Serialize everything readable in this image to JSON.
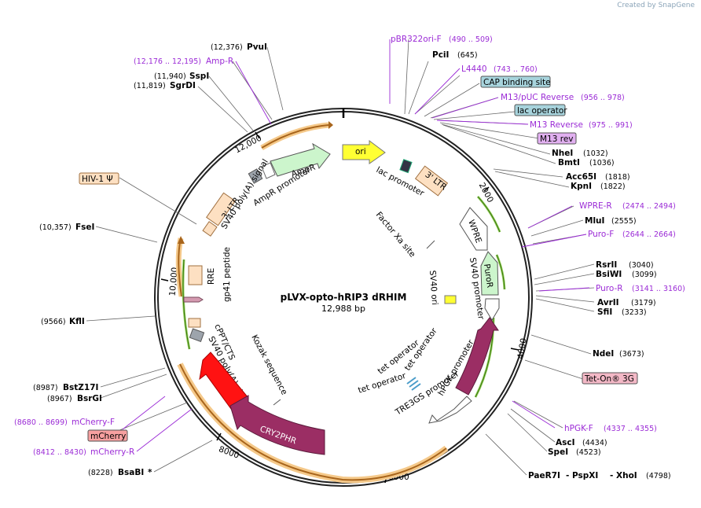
{
  "credit": "Created by SnapGene",
  "plasmid": {
    "name": "pLVX-opto-hRIP3 dRHIM",
    "size": "12,988 bp"
  },
  "ticks": [
    "2000",
    "4000",
    "6000",
    "8000",
    "10,000",
    "12,000"
  ],
  "features": {
    "ori": "ori",
    "lac_promoter": "lac promoter",
    "ltr3_right": "3' LTR",
    "wpre": "WPRE",
    "factor_xa": "Factor Xa site",
    "puror": "PuroR",
    "sv40_promoter": "SV40 promoter",
    "sv40_ori": "SV40 ori",
    "hpgk_promoter": "hPGK promoter",
    "tre3gs": "TRE3GS promoter",
    "tet_op1": "tet operator",
    "tet_op2": "tet operator",
    "tet_op3": "tet operator",
    "cry2phr": "CRY2PHR",
    "kozak": "Kozak sequence",
    "sv40_polya_left": "SV40 poly(A) signal",
    "cppt": "cPPT/CTS",
    "gp41": "gp41 peptide",
    "rre": "RRE",
    "ltr3_left": "3' LTR",
    "sv40_polya_top": "SV40 poly(A) signal",
    "ampr_promoter": "AmpR promoter",
    "ampr": "AmpR"
  },
  "labels": {
    "pbr322": "pBR322ori-F",
    "pbr322_pos": "(490 .. 509)",
    "pcii": "PciI",
    "pcii_pos": "(645)",
    "l4440": "L4440",
    "l4440_pos": "(743 .. 760)",
    "cap": "CAP binding site",
    "m13puc": "M13/pUC Reverse",
    "m13puc_pos": "(956 .. 978)",
    "lacop": "lac operator",
    "m13rev": "M13 Reverse",
    "m13rev_pos": "(975 .. 991)",
    "m13revbox": "M13 rev",
    "nhei_top": "NheI",
    "nhei_top_pos": "(1032)",
    "bmti": "BmtI",
    "bmti_pos": "(1036)",
    "acc65i": "Acc65I",
    "acc65i_pos": "(1818)",
    "kpni": "KpnI",
    "kpni_pos": "(1822)",
    "wprer": "WPRE-R",
    "wprer_pos": "(2474 .. 2494)",
    "mlui": "MluI",
    "mlui_pos": "(2555)",
    "purof": "Puro-F",
    "purof_pos": "(2644 .. 2664)",
    "rsrii": "RsrII",
    "rsrii_pos": "(3040)",
    "bsiwi": "BsiWI",
    "bsiwi_pos": "(3099)",
    "puror_primer": "Puro-R",
    "puror_primer_pos": "(3141 .. 3160)",
    "avrii": "AvrII",
    "avrii_pos": "(3179)",
    "sfii": "SfiI",
    "sfii_pos": "(3233)",
    "ndei": "NdeI",
    "ndei_pos": "(3673)",
    "teton": "Tet-On® 3G",
    "hpgkf": "hPGK-F",
    "hpgkf_pos": "(4337 .. 4355)",
    "asci": "AscI",
    "asci_pos": "(4434)",
    "spei": "SpeI",
    "spei_pos": "(4523)",
    "pae": "PaeR7I",
    "pspxi": "- PspXI",
    "xhoi": "- XhoI",
    "xhoi_pos": "(4798)",
    "pvui": "PvuI",
    "pvui_pos": "(12,376)",
    "ampr_primer": "Amp-R",
    "ampr_primer_pos": "(12,176 .. 12,195)",
    "sspi": "SspI",
    "sspi_pos": "(11,940)",
    "sgrdi": "SgrDI",
    "sgrdi_pos": "(11,819)",
    "hiv": "HIV-1 Ψ",
    "fsei": "FseI",
    "fsei_pos": "(10,357)",
    "kfli": "KflI",
    "kfli_pos": "(9566)",
    "bstz": "BstZ17I",
    "bstz_pos": "(8987)",
    "bsrgi": "BsrGI",
    "bsrgi_pos": "(8967)",
    "mcherryf": "mCherry-F",
    "mcherryf_pos": "(8680 .. 8699)",
    "mcherry": "mCherry",
    "mcherryr": "mCherry-R",
    "mcherryr_pos": "(8412 .. 8430)",
    "bsabi": "BsaBI",
    "bsabi_star": "*",
    "bsabi_pos": "(8228)"
  }
}
